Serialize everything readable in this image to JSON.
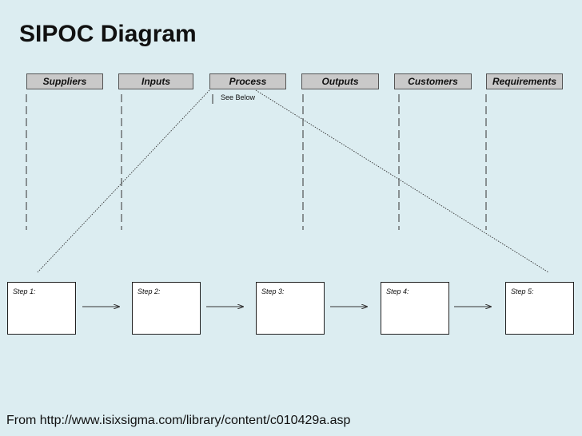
{
  "title": "SIPOC Diagram",
  "headers": [
    "Suppliers",
    "Inputs",
    "Process",
    "Outputs",
    "Customers",
    "Requirements"
  ],
  "process_note": "See Below",
  "steps": [
    "Step 1:",
    "Step 2:",
    "Step 3:",
    "Step 4:",
    "Step 5:"
  ],
  "footer": "From http://www.isixsigma.com/library/content/c010429a.asp",
  "colors": {
    "background": "#dcedf1",
    "header_fill": "#c9c9c9",
    "box_fill": "#ffffff",
    "line": "#333333"
  }
}
